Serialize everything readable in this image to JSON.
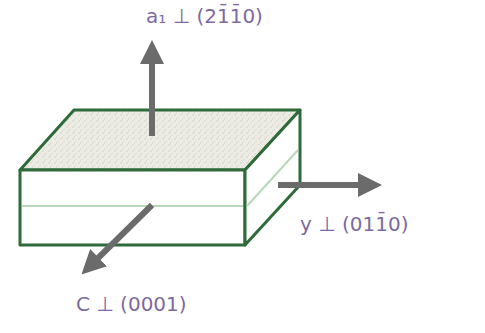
{
  "diagram": {
    "labels": [
      "a₁ ⊥ (21̄1̄0)",
      "y ⊥ (011̄0)",
      "C ⊥ (0001)"
    ]
  }
}
